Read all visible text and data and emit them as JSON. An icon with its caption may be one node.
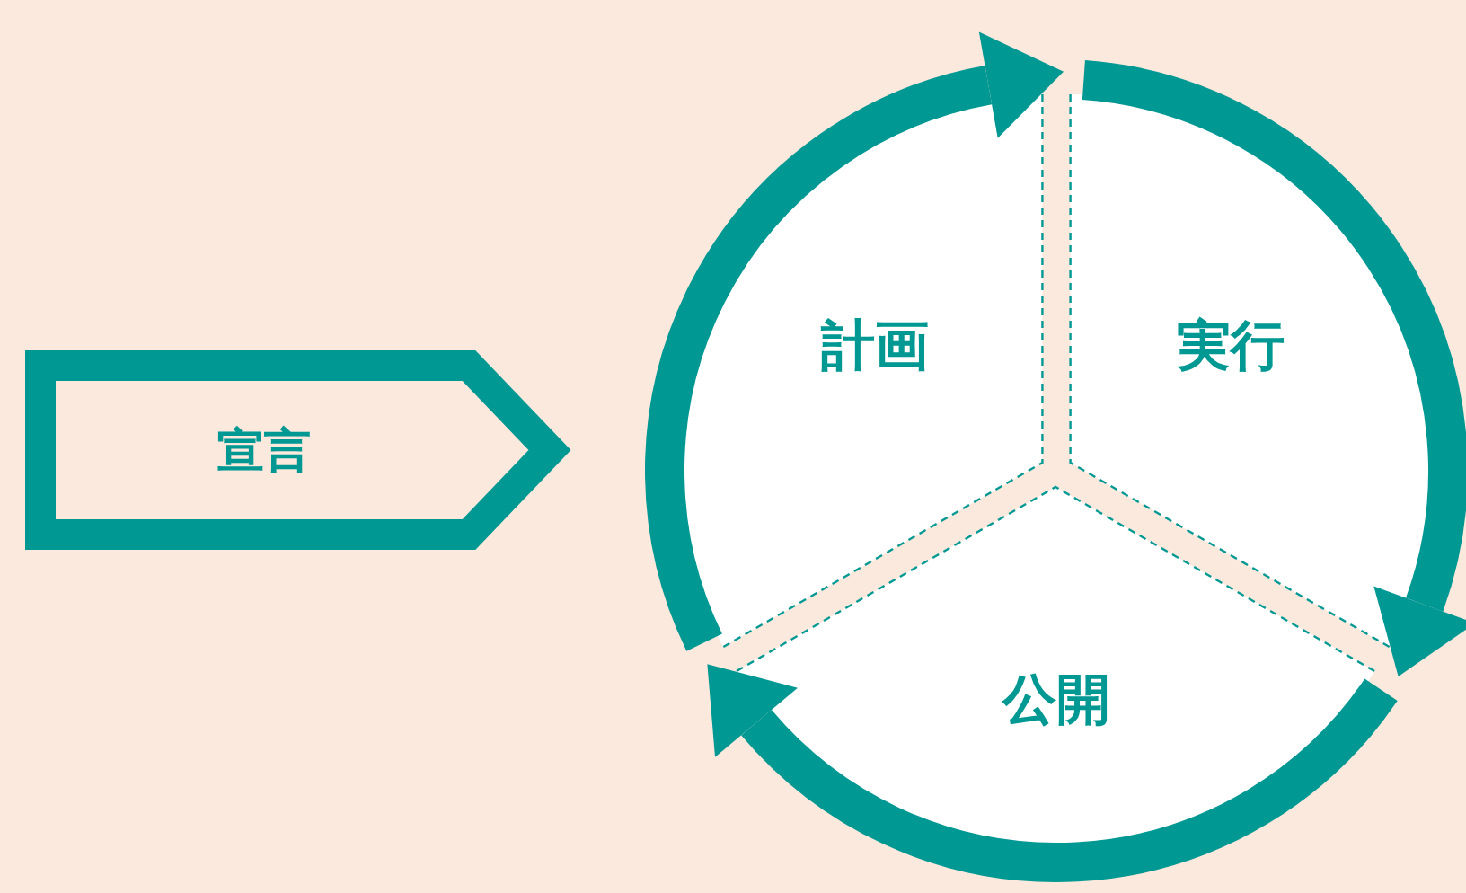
{
  "diagram": {
    "nodes": [
      {
        "text": [
          "宣言"
        ]
      },
      {
        "text": [
          "計画"
        ]
      },
      {
        "text": [
          "実行"
        ]
      },
      {
        "text": [
          "公開"
        ]
      }
    ],
    "edges": [
      {
        "from": 1,
        "to": 2,
        "arrow": "to"
      },
      {
        "from": 2,
        "to": 3,
        "arrow": "to"
      },
      {
        "from": 3,
        "to": 1,
        "arrow": "to"
      }
    ]
  }
}
